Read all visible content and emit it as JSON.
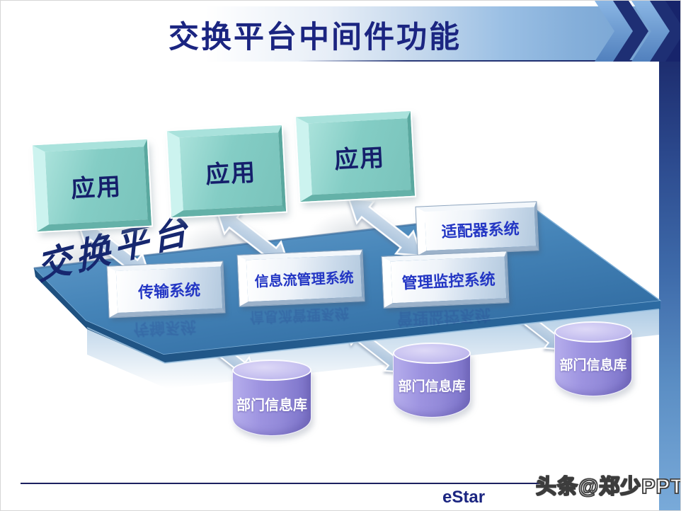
{
  "title": {
    "text": "交换平台中间件功能"
  },
  "diagram": {
    "platform": {
      "label": "交换平台"
    },
    "apps": [
      {
        "label": "应用"
      },
      {
        "label": "应用"
      },
      {
        "label": "应用"
      }
    ],
    "systems": [
      {
        "label": "传输系统"
      },
      {
        "label": "信息流管理系统"
      },
      {
        "label": "适配器系统"
      },
      {
        "label": "管理监控系统"
      }
    ],
    "databases": [
      {
        "label": "部门信息库"
      },
      {
        "label": "部门信息库"
      },
      {
        "label": "部门信息库"
      }
    ]
  },
  "footer": {
    "brand": "eStar",
    "watermark": "头条@郑少PPT"
  },
  "icons": {
    "chevrons": "chevron-right-icon",
    "connector": "double-arrow-icon"
  },
  "colors": {
    "title_text": "#1b2581",
    "band_blue": "#7aa6d4",
    "accent_navy": "#17246b",
    "platform_blue": "#3c7ab1",
    "app_teal": "#84cdc5",
    "system_text_blue": "#2336c4",
    "database_purple": "#9d93e0",
    "arrow_silver_blue": "#c2d4e6"
  }
}
